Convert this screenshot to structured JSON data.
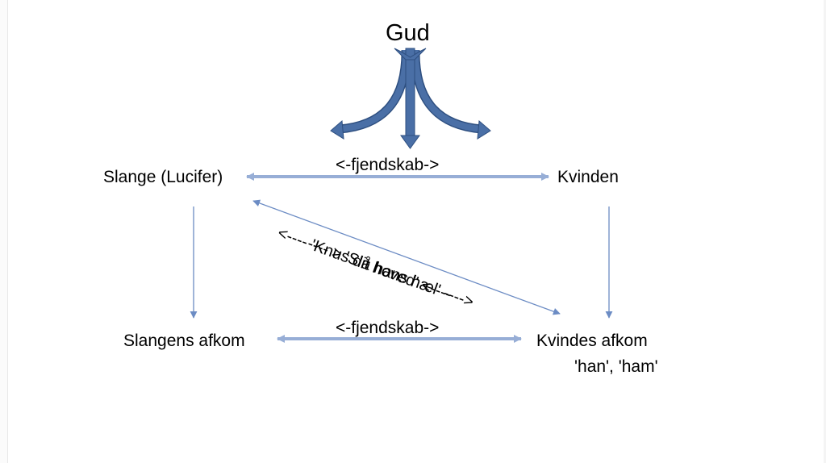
{
  "nodes": {
    "god": "Gud",
    "serpent": "Slange (Lucifer)",
    "woman": "Kvinden",
    "serpent_seed": "Slangens afkom",
    "woman_seed": "Kvindes afkom",
    "woman_seed_pronouns": "'han', 'ham'"
  },
  "relations": {
    "enmity_top": "<-fjendskab->",
    "enmity_bottom": "<-fjendskab->",
    "bruise_heel": "---- > 'Slå hans hæl' ---->",
    "crush_head": "<---- 'Knus dit hoved' <----"
  },
  "colors": {
    "god_arrow_fill": "#4a6fa6",
    "god_arrow_stroke": "#2e4f80",
    "relation_line": "#97aed6",
    "descent_line": "#6c8cc4"
  }
}
